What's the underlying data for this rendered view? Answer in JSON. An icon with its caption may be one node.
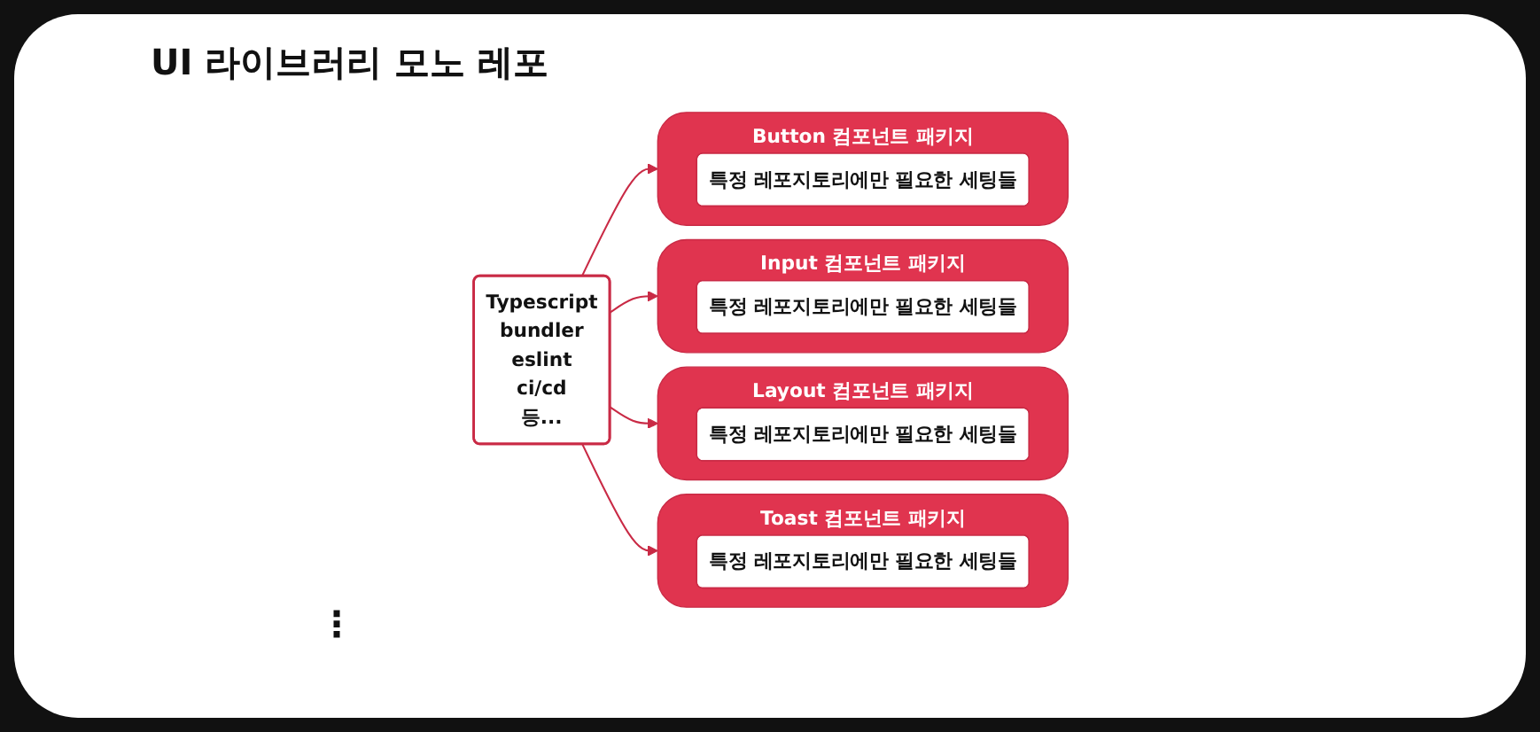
{
  "diagram": {
    "title": "UI 라이브러리 모노 레포",
    "nodes": [
      {
        "text": [
          "Typescript",
          "bundler",
          "eslint",
          "ci/cd",
          "등..."
        ]
      },
      {
        "text": [
          "Button 컴포넌트 패키지"
        ]
      },
      {
        "text": [
          "특정 레포지토리에만 필요한 세팅들"
        ],
        "in": 1
      },
      {
        "text": [
          "Input 컴포넌트 패키지"
        ]
      },
      {
        "text": [
          "특정 레포지토리에만 필요한 세팅들"
        ],
        "in": 3
      },
      {
        "text": [
          "Layout 컴포넌트 패키지"
        ]
      },
      {
        "text": [
          "특정 레포지토리에만 필요한 세팅들"
        ],
        "in": 5
      },
      {
        "text": [
          "Toast 컴포넌트 패키지"
        ]
      },
      {
        "text": [
          "특정 레포지토리에만 필요한 세팅들"
        ],
        "in": 7
      }
    ],
    "edges": [
      {
        "from": 0,
        "to": 1,
        "arrow": "to"
      },
      {
        "from": 0,
        "to": 3,
        "arrow": "to"
      },
      {
        "from": 0,
        "to": 5,
        "arrow": "to"
      },
      {
        "from": 0,
        "to": 7,
        "arrow": "to"
      }
    ],
    "labels": [
      "⋮"
    ]
  }
}
